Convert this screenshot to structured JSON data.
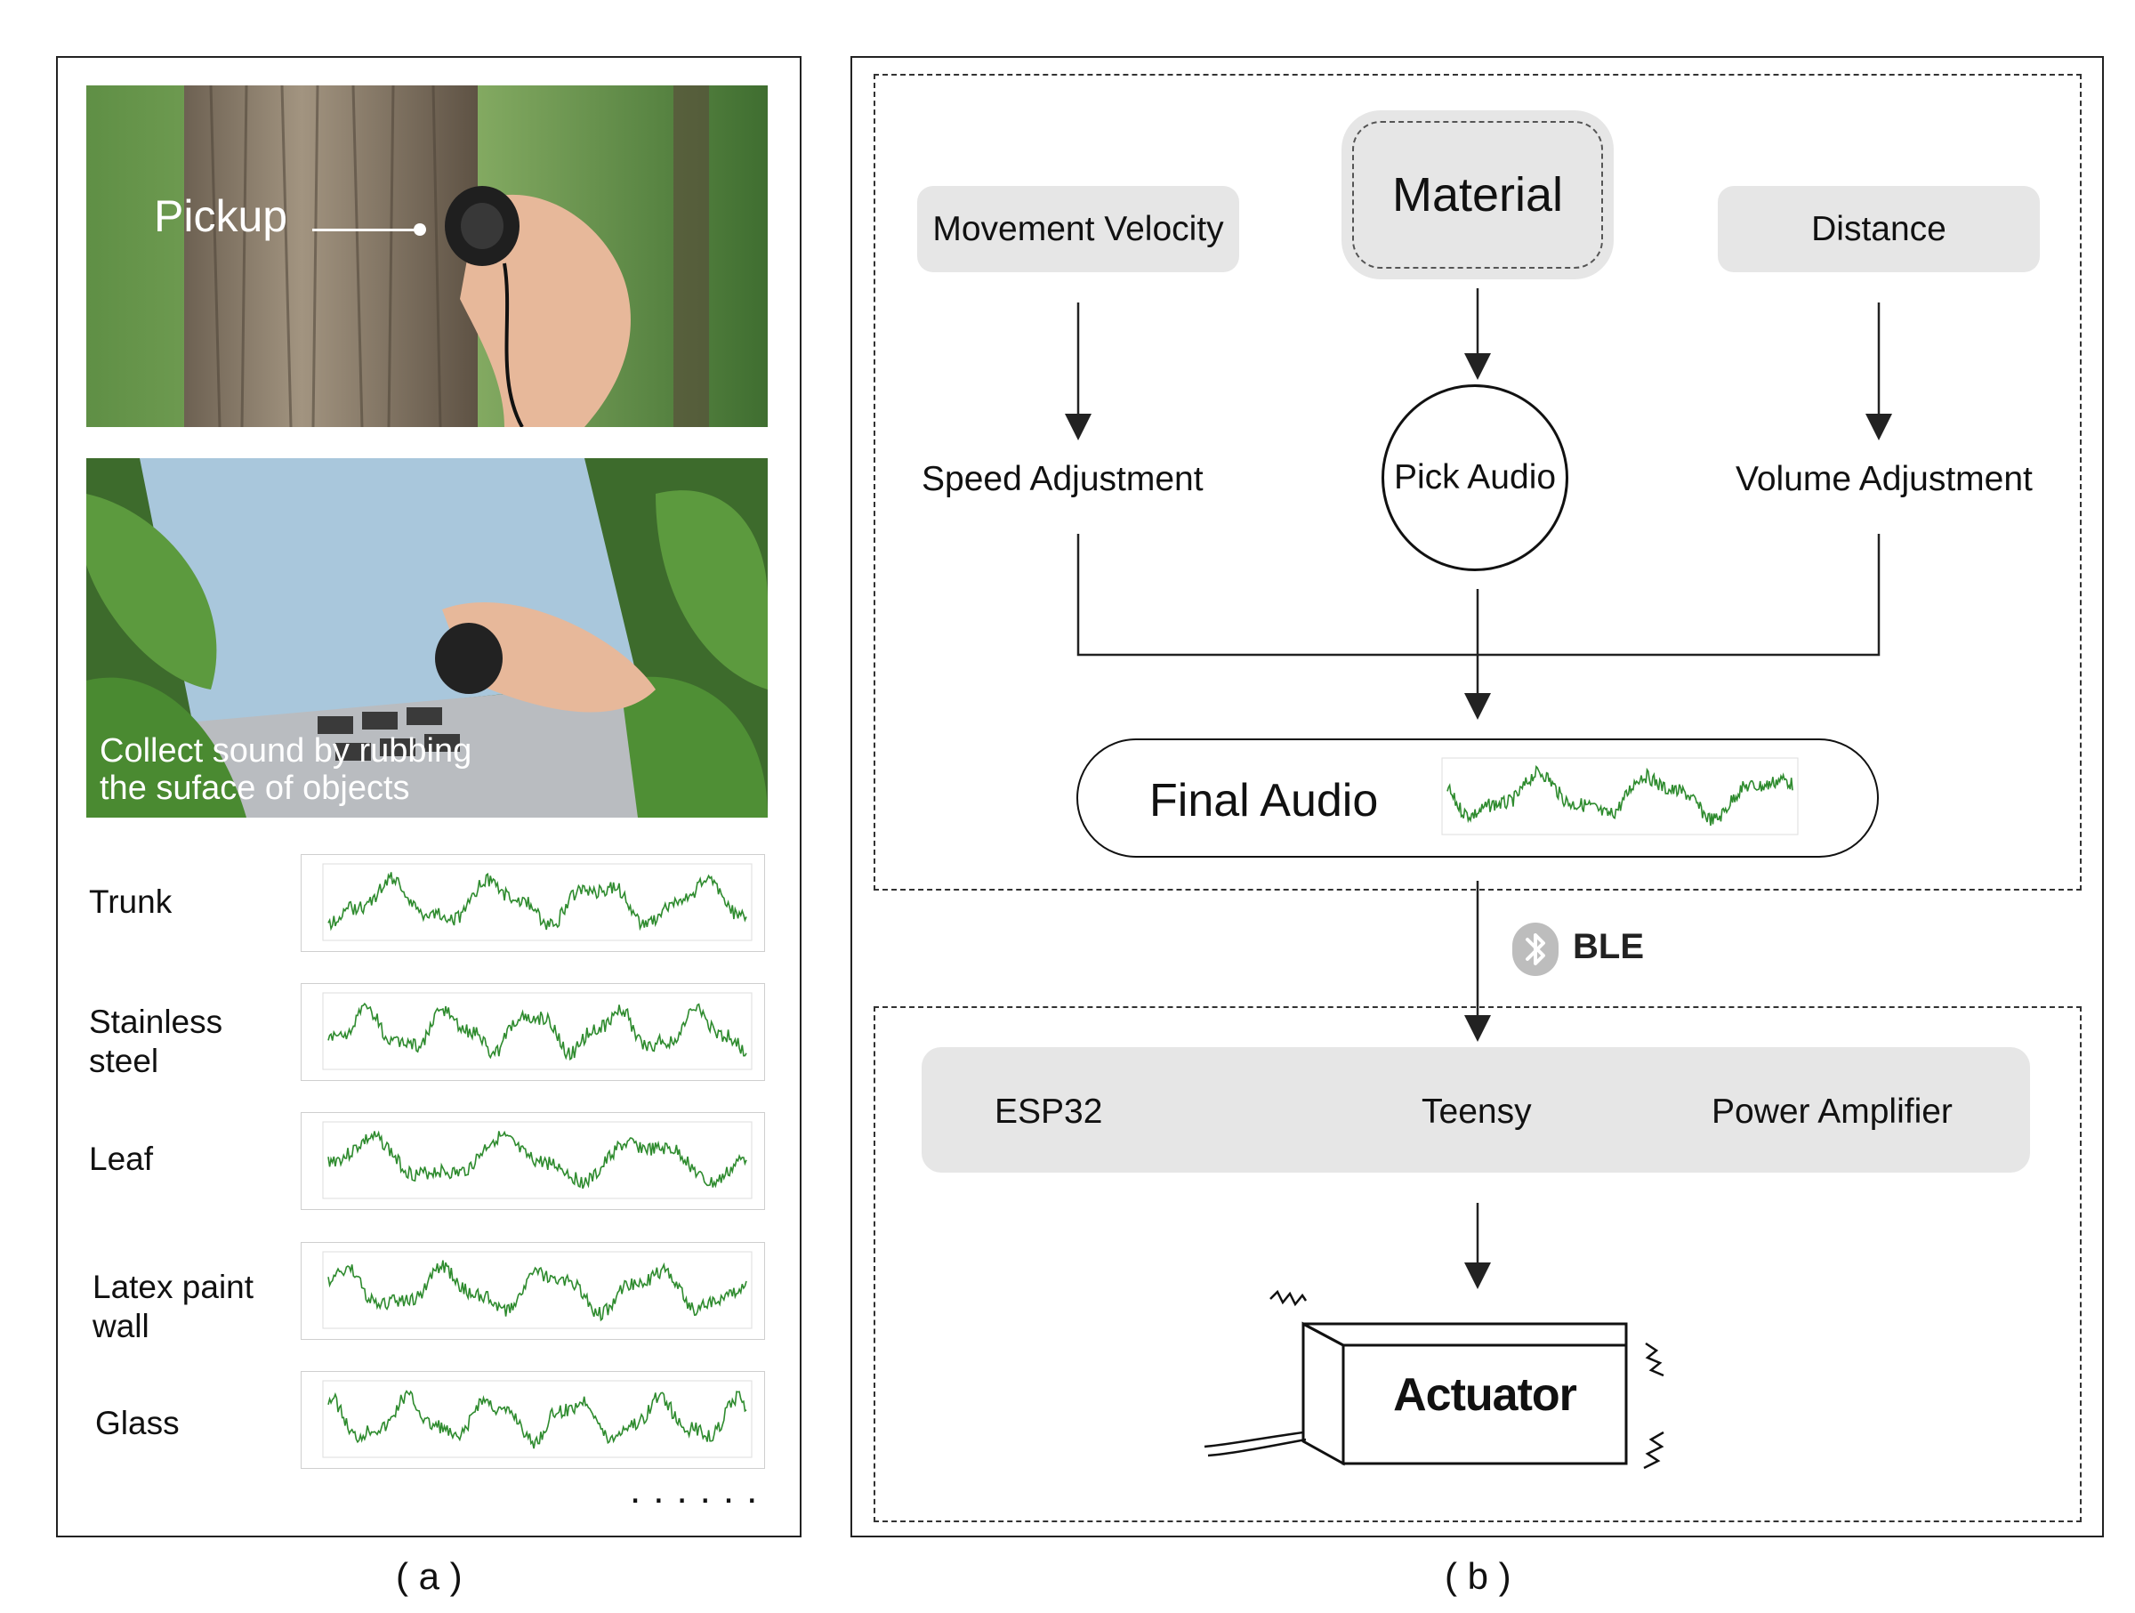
{
  "panel_a": {
    "caption": "( a )",
    "photo1_label": "Pickup",
    "photo2_label": "Collect sound by rubbing\nthe suface of objects",
    "materials": [
      "Trunk",
      "Stainless\nsteel",
      "Leaf",
      "Latex paint\nwall",
      "Glass"
    ],
    "ellipsis": "......"
  },
  "panel_b": {
    "caption": "( b )",
    "inputs": {
      "velocity": "Movement Velocity",
      "material": "Material",
      "distance": "Distance"
    },
    "processing": {
      "speed": "Speed Adjustment",
      "pick": "Pick Audio",
      "volume": "Volume Adjustment"
    },
    "final_audio": "Final Audio",
    "link": "BLE",
    "chain": [
      "ESP32",
      "Teensy",
      "Power Amplifier"
    ],
    "actuator": "Actuator"
  },
  "colors": {
    "waveform": "#2e8b2e",
    "pill_grey": "#e6e6e6",
    "bark": "#8a7a66",
    "foliage": "#4f8a3a"
  },
  "icons": [
    "bluetooth-icon",
    "vibration-icon"
  ]
}
